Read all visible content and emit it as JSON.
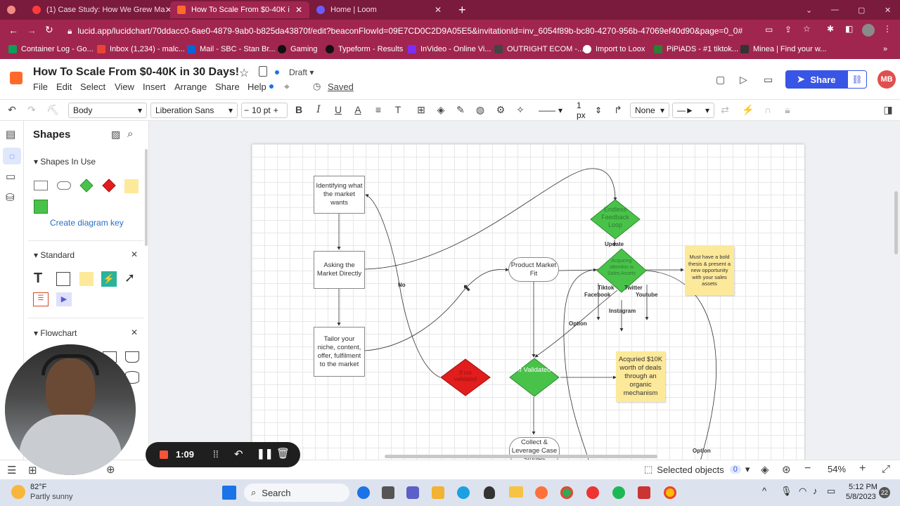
{
  "browser": {
    "tabs": [
      {
        "label": "(1) Case Study: How We Grew Ma",
        "active": false,
        "icon": "youtube-icon"
      },
      {
        "label": "How To Scale From $0-40K i",
        "active": true,
        "icon": "lucid-icon"
      },
      {
        "label": "Home | Loom",
        "active": false,
        "icon": "loom-icon"
      }
    ],
    "url": "lucid.app/lucidchart/70ddacc0-6ae0-4879-9ab0-b825da43870f/edit?beaconFlowId=09E7CD0C2D9A05E5&invitationId=inv_6054f89b-bc80-4270-956b-47069ef40d90&page=0_0#",
    "bookmarks": [
      {
        "label": "Container Log - Go...",
        "color": "#0f9d58"
      },
      {
        "label": "Inbox (1,234) - malc...",
        "color": "#ea4335"
      },
      {
        "label": "Mail - SBC - Stan Br...",
        "color": "#0a64d8"
      },
      {
        "label": "Gaming",
        "color": "#111111"
      },
      {
        "label": "Typeform - Results",
        "color": "#111111"
      },
      {
        "label": "InVideo - Online Vi...",
        "color": "#7b2ff7"
      },
      {
        "label": "OUTRIGHT ECOM -...",
        "color": "#444444"
      },
      {
        "label": "Import to Loox",
        "color": "#ffffff"
      },
      {
        "label": "PiPiADS - #1 tiktok...",
        "color": "#2e7d32"
      },
      {
        "label": "Minea | Find your w...",
        "color": "#333333"
      }
    ]
  },
  "lucid": {
    "title": "How To Scale From $0-40K in 30 Days!",
    "status": "Draft",
    "menu": [
      "File",
      "Edit",
      "Select",
      "View",
      "Insert",
      "Arrange",
      "Share",
      "Help"
    ],
    "saved": "Saved",
    "share_label": "Share",
    "avatar": "MB",
    "toolbar": {
      "style": "Body",
      "font": "Liberation Sans",
      "size": "10 pt",
      "line_width": "1 px",
      "arrow_start": "None"
    },
    "shapes_panel": {
      "title": "Shapes",
      "in_use": "Shapes In Use",
      "diagram_key": "Create diagram key",
      "standard": "Standard",
      "flowchart": "Flowchart"
    },
    "bottom": {
      "selected": "Selected objects",
      "selected_count": "0",
      "zoom": "54%"
    }
  },
  "diagram": {
    "nodes": {
      "identify": "Identifying what the market wants",
      "asking": "Asking the Market Directly",
      "tailor": "Tailor your niche, content, offer, fulfilment to the market",
      "pmf": "Product Market Fit",
      "feedback": "Endless Feedback Loop",
      "acquiring": "Acquiring attention w Sales Assets",
      "validated": "If Validated",
      "not_validated": "If not validated",
      "collect": "Collect & Leverage Case Studies"
    },
    "stickies": {
      "thesis": "Must have a bold thesis & present a new opportunity with your sales assets",
      "deals": "Acquried $10K worth of deals through an organic mechanism"
    },
    "labels": {
      "no": "No",
      "update": "Update",
      "tiktok": "Tiktok",
      "twitter": "Twitter",
      "facebook": "Facebook",
      "youtube": "Youtube",
      "instagram": "Instagram",
      "option1": "Option",
      "option2": "Option"
    }
  },
  "recorder": {
    "time": "1:09"
  },
  "taskbar": {
    "temp": "82°F",
    "weather": "Partly sunny",
    "search": "Search",
    "time": "5:12 PM",
    "date": "5/8/2023",
    "badge": "22"
  }
}
